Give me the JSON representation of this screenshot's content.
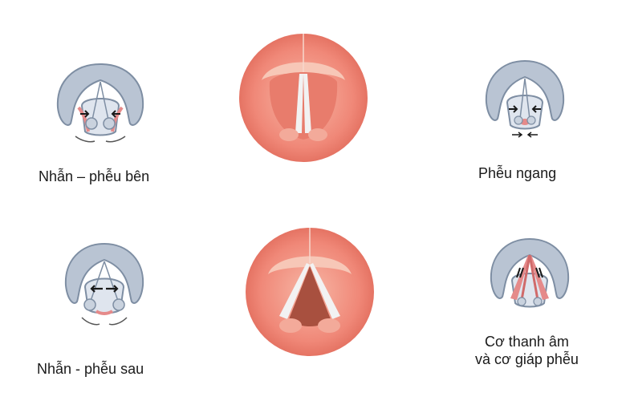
{
  "labels": {
    "top_left": "Nhẫn – phễu bên",
    "top_right": "Phễu ngang",
    "bottom_left": "Nhẫn - phễu sau",
    "bottom_right_line1": "Cơ thanh âm",
    "bottom_right_line2": "và cơ giáp phễu"
  },
  "colors": {
    "cartilage": "#b9c4d3",
    "cartilage_dark": "#7e8ea3",
    "muscle": "#e58a8a",
    "mucosa": "#f08878",
    "mucosa_light": "#f7b7a6",
    "vocal_fold": "#f2f2f2",
    "arrow": "#1a1a1a"
  },
  "icons": [
    "larynx-cartilage-icon",
    "vocal-cords-closed-photo",
    "vocal-cords-open-photo",
    "muscle-arrow-icon"
  ]
}
